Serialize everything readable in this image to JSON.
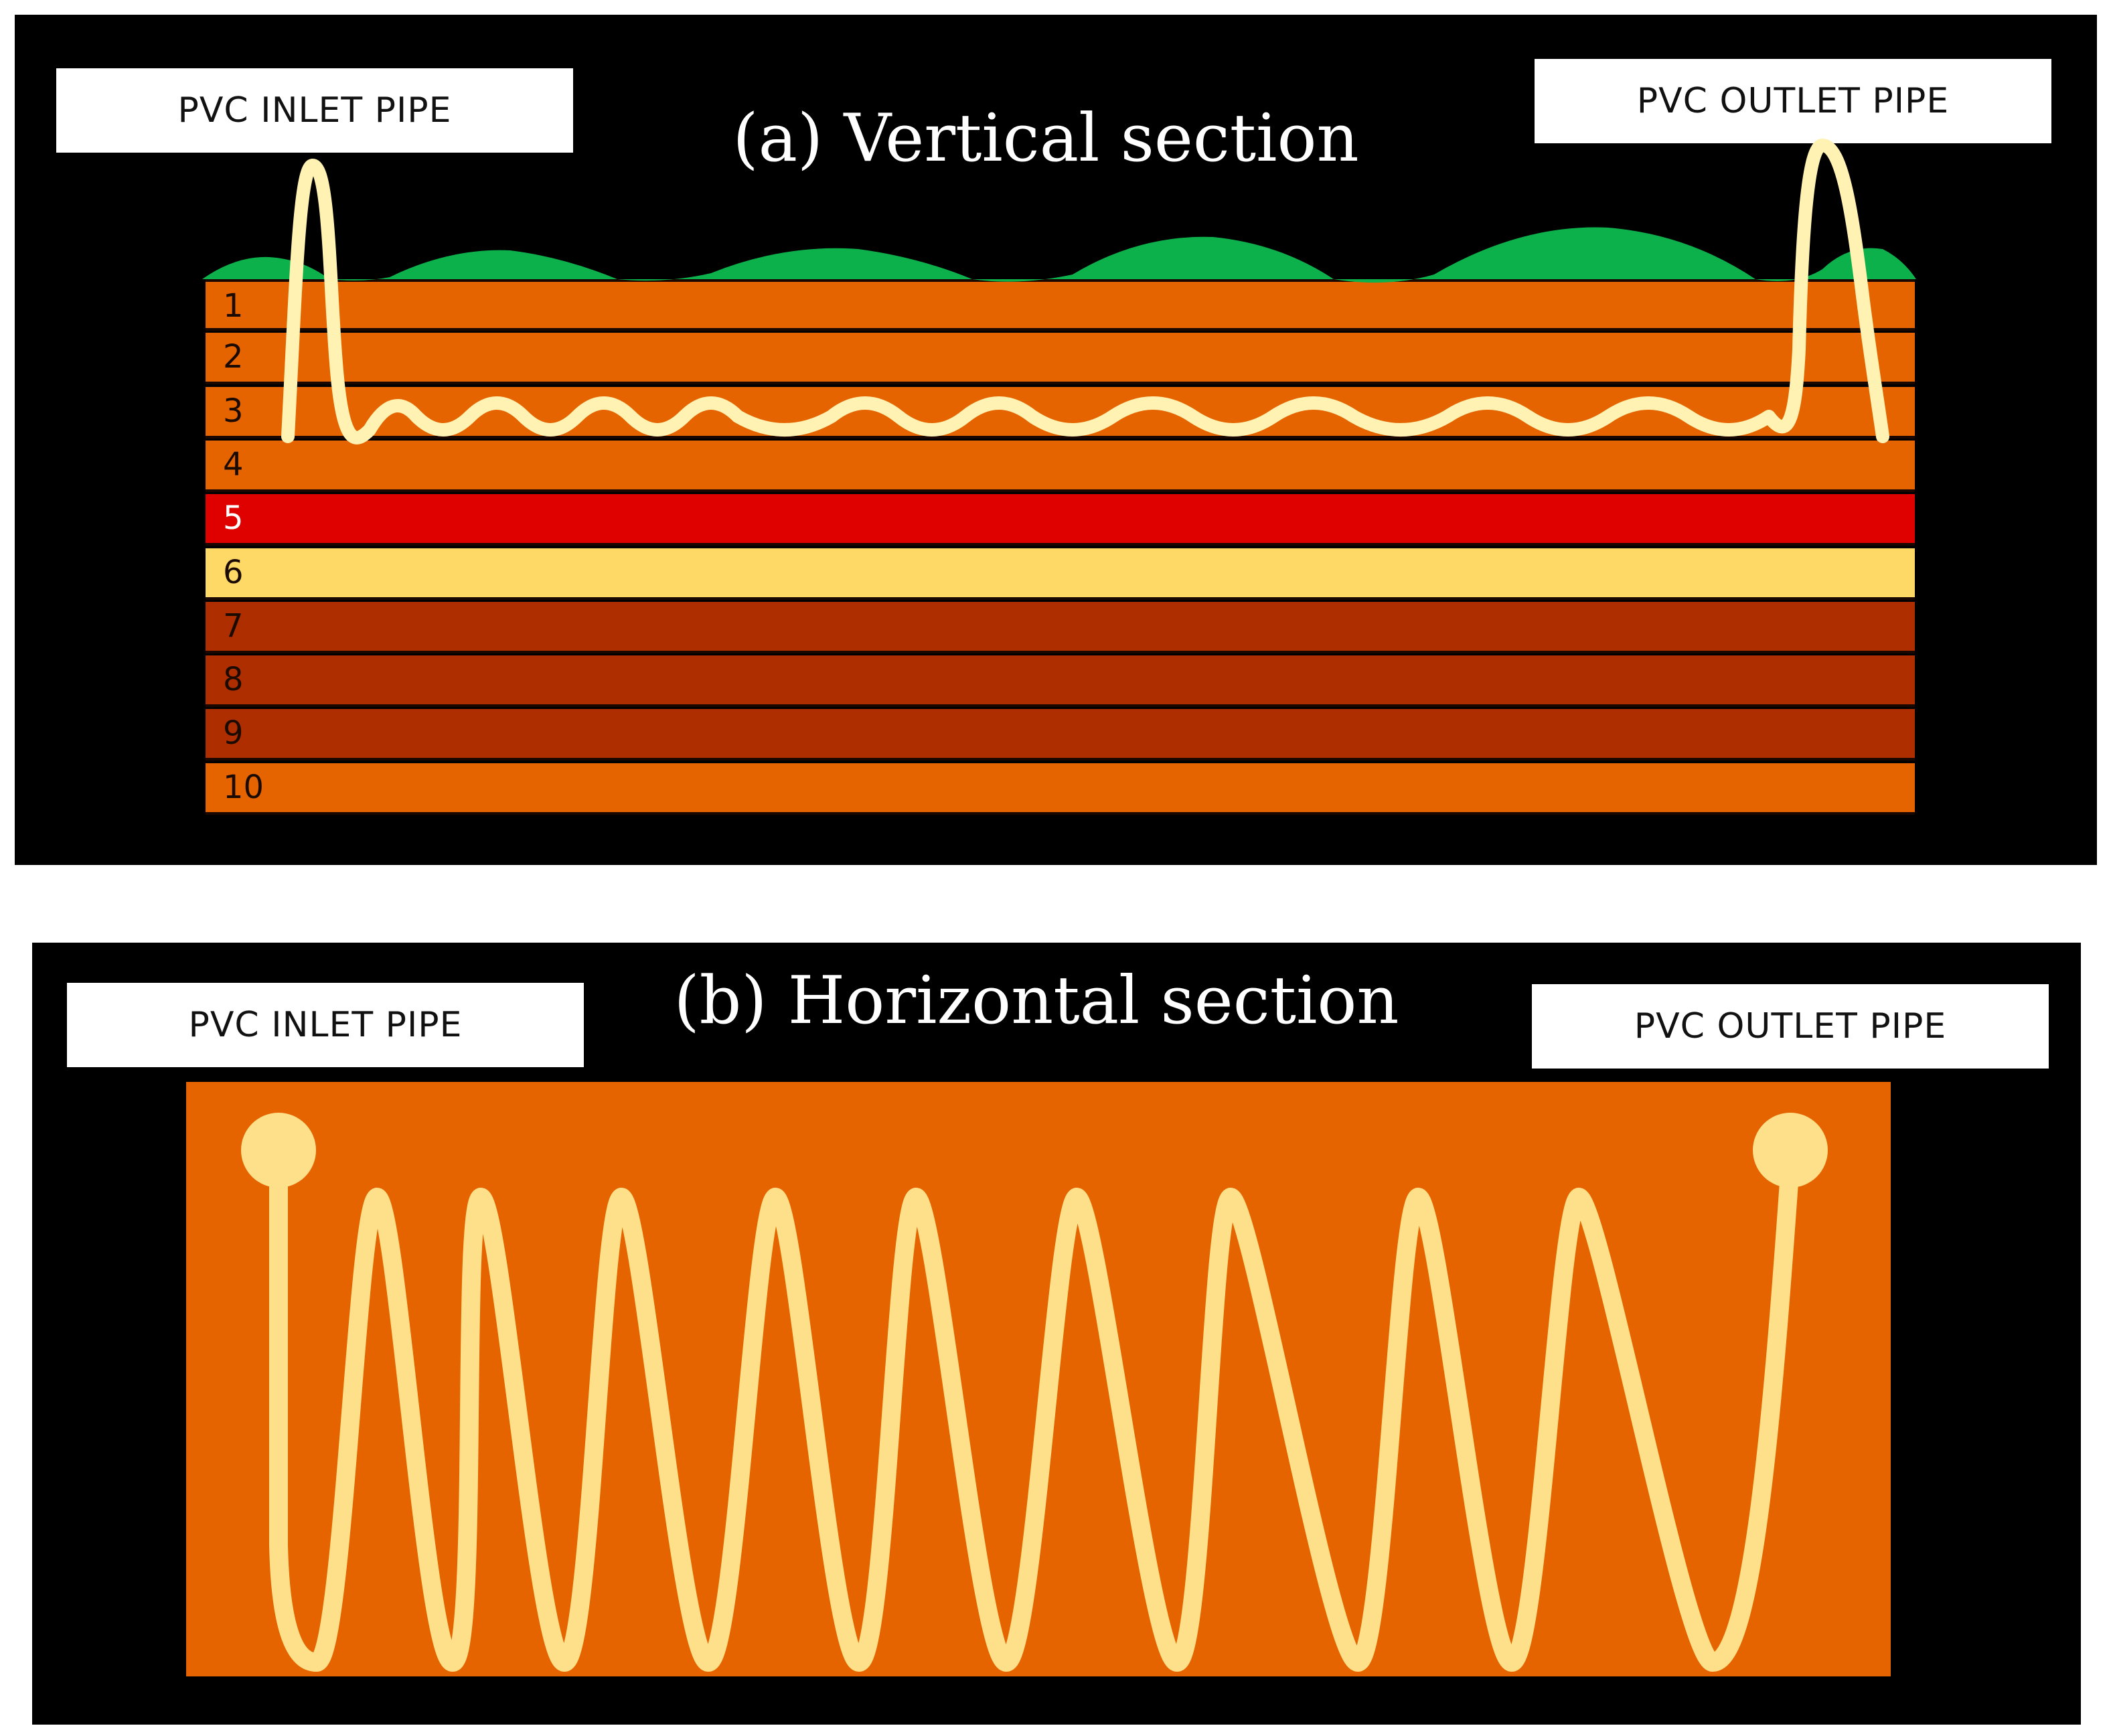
{
  "vertical": {
    "title": "(a) Vertical section",
    "inlet_label": "PVC INLET PIPE",
    "outlet_label": "PVC OUTLET PIPE",
    "layers": [
      {
        "label": "1",
        "color": "#e56400"
      },
      {
        "label": "2",
        "color": "#e56400"
      },
      {
        "label": "3",
        "color": "#e56400"
      },
      {
        "label": "4",
        "color": "#e56400"
      },
      {
        "label": "5",
        "color": "#df0000"
      },
      {
        "label": "6",
        "color": "#ffd966"
      },
      {
        "label": "7",
        "color": "#ae2e00"
      },
      {
        "label": "8",
        "color": "#ae2e00"
      },
      {
        "label": "9",
        "color": "#ae2e00"
      },
      {
        "label": "10",
        "color": "#e56400"
      }
    ]
  },
  "horizontal": {
    "title": "(b) Horizontal section",
    "inlet_label": "PVC INLET PIPE",
    "outlet_label": "PVC OUTLET PIPE"
  },
  "colors": {
    "background": "#000000",
    "soil": "#e56400",
    "vegetation": "#0db14b",
    "pipe_vertical": "#fff2b2",
    "pipe_horizontal": "#ffe08a"
  }
}
